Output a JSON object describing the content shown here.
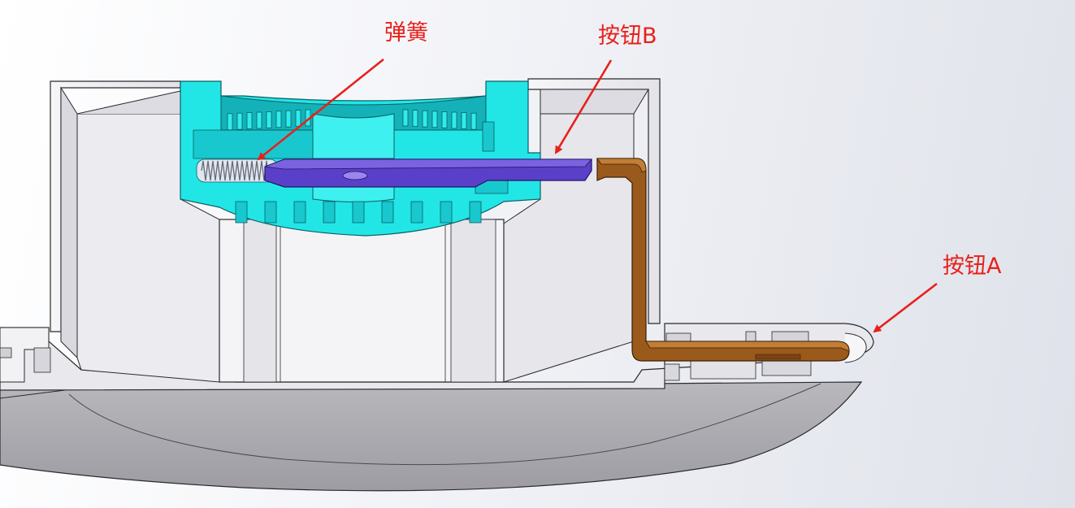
{
  "labels": {
    "spring": "弹簧",
    "button_b": "按钮B",
    "button_a": "按钮A"
  },
  "colors": {
    "annotation": "#e8201a",
    "housing": "#eeeef2",
    "housing_shadow": "#c6c6cc",
    "outline": "#2a2a2e",
    "cyan_part": "#22e6e6",
    "cyan_dark": "#14b2b8",
    "purple_part": "#5a40c8",
    "brown_part": "#9a5a1c",
    "bottom_shell": "#a9a8ad"
  },
  "icons": {
    "spring": "coil-spring-icon",
    "arrow": "annotation-arrow-icon"
  }
}
